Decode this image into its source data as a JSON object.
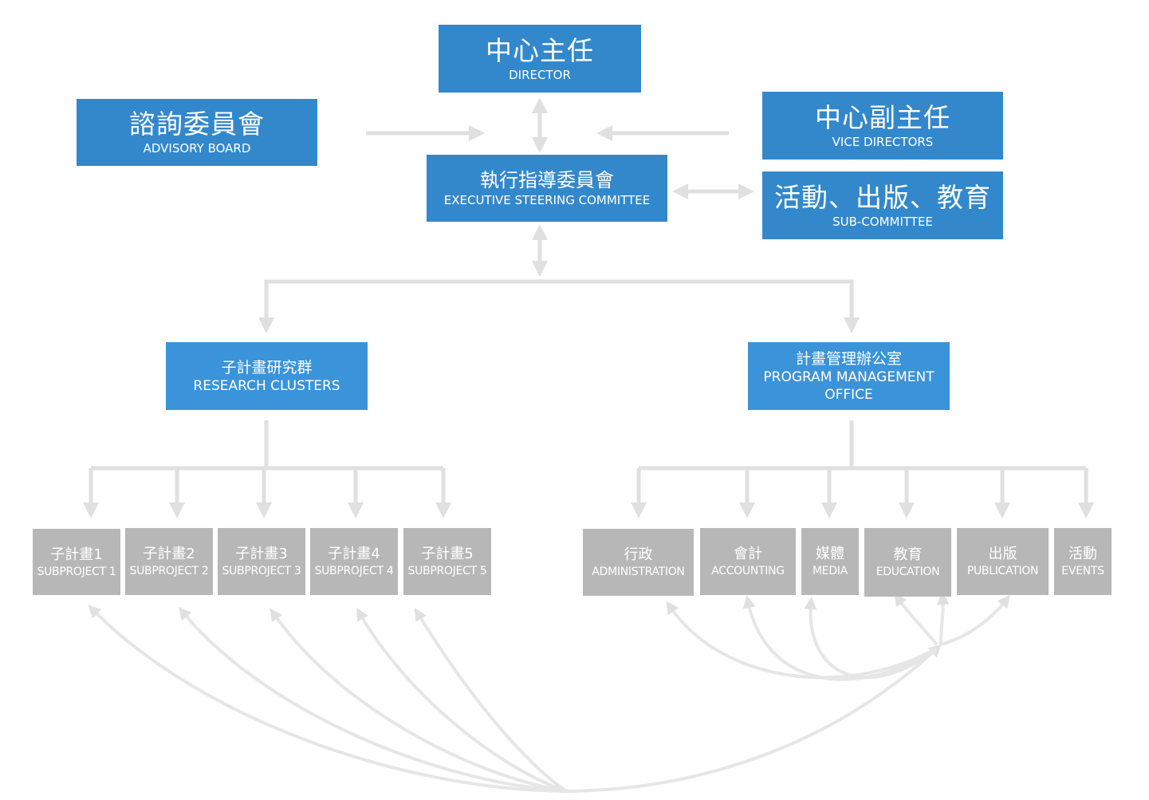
{
  "top": {
    "director": {
      "zh": "中心主任",
      "en": "DIRECTOR"
    },
    "advisory": {
      "zh": "諮詢委員會",
      "en": "ADVISORY BOARD"
    },
    "vice": {
      "zh": "中心副主任",
      "en": "VICE DIRECTORS"
    },
    "executive": {
      "zh": "執行指導委員會",
      "en": "EXECUTIVE STEERING COMMITTEE"
    },
    "subcommittee": {
      "zh": "活動、出版、教育",
      "en": "SUB-COMMITTEE"
    }
  },
  "middle": {
    "research": {
      "zh": "子計畫研究群",
      "en": "RESEARCH CLUSTERS"
    },
    "office": {
      "zh": "計畫管理辦公室",
      "en_line1": "PROGRAM MANAGEMENT",
      "en_line2": "OFFICE"
    }
  },
  "subprojects": [
    {
      "zh": "子計畫1",
      "en": "SUBPROJECT 1"
    },
    {
      "zh": "子計畫2",
      "en": "SUBPROJECT 2"
    },
    {
      "zh": "子計畫3",
      "en": "SUBPROJECT 3"
    },
    {
      "zh": "子計畫4",
      "en": "SUBPROJECT 4"
    },
    {
      "zh": "子計畫5",
      "en": "SUBPROJECT 5"
    }
  ],
  "offices": [
    {
      "zh": "行政",
      "en": "ADMINISTRATION"
    },
    {
      "zh": "會計",
      "en": "ACCOUNTING"
    },
    {
      "zh": "媒體",
      "en": "MEDIA"
    },
    {
      "zh": "教育",
      "en": "EDUCATION"
    },
    {
      "zh": "出版",
      "en": "PUBLICATION"
    },
    {
      "zh": "活動",
      "en": "EVENTS"
    }
  ],
  "colors": {
    "primary_blue": "#3388cc",
    "secondary_blue": "#3b93d9",
    "unit_gray": "#b7b7b7",
    "connector_gray": "#e0e0e0"
  }
}
